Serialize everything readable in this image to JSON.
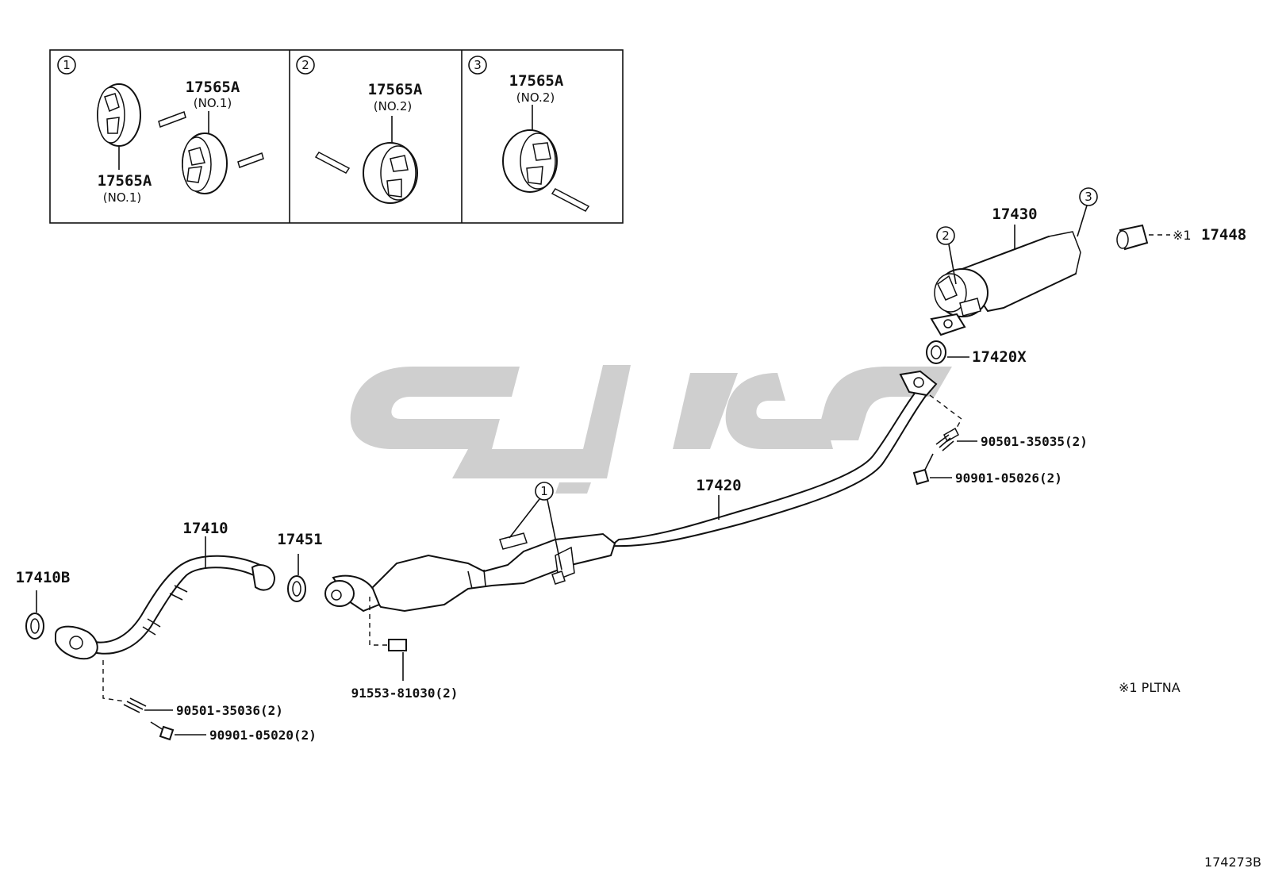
{
  "insets": [
    {
      "num": "1",
      "labels": [
        {
          "code": "17565A",
          "sub": "(NO.1)"
        },
        {
          "code": "17565A",
          "sub": "(NO.1)"
        }
      ]
    },
    {
      "num": "2",
      "labels": [
        {
          "code": "17565A",
          "sub": "(NO.2)"
        }
      ]
    },
    {
      "num": "3",
      "labels": [
        {
          "code": "17565A",
          "sub": "(NO.2)"
        }
      ]
    }
  ],
  "parts": {
    "p17430": "17430",
    "p17448": "17448",
    "p17448_mark": "※1",
    "p17420X": "17420X",
    "p17420": "17420",
    "p17410": "17410",
    "p17410B": "17410B",
    "p17451": "17451",
    "bolt_90501_35035": "90501-35035(2)",
    "bolt_90901_05026": "90901-05026(2)",
    "bolt_91553_81030": "91553-81030(2)",
    "bolt_90501_35036": "90501-35036(2)",
    "bolt_90901_05020": "90901-05020(2)"
  },
  "callouts": {
    "c1": "1",
    "c2": "2",
    "c3": "3"
  },
  "note": "※1 PLTNA",
  "figure_id": "174273B",
  "watermark": {
    "color": "#cfcfcf"
  }
}
